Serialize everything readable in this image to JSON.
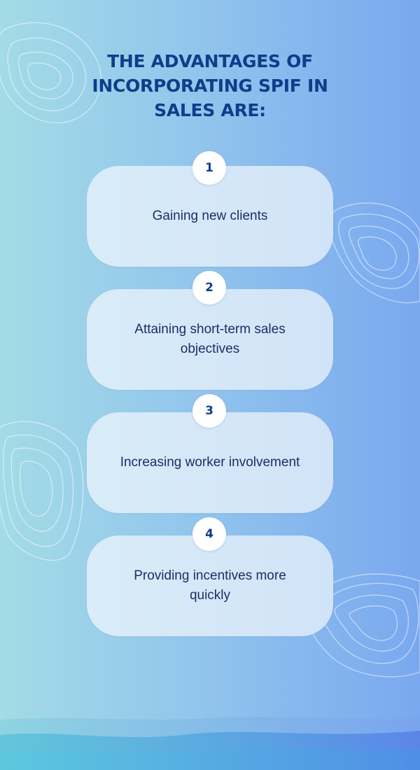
{
  "title": "THE ADVANTAGES OF INCORPORATING SPIF IN SALES ARE:",
  "items": [
    {
      "number": "1",
      "text": "Gaining new clients"
    },
    {
      "number": "2",
      "text": "Attaining short-term sales objectives"
    },
    {
      "number": "3",
      "text": "Increasing worker involvement"
    },
    {
      "number": "4",
      "text": "Providing incentives more quickly"
    }
  ],
  "colors": {
    "title": "#0e3e8a",
    "card": "#d6e8f8",
    "badge": "#ffffff",
    "background_left": "#a3dbe6",
    "background_right": "#7aa8ef"
  }
}
